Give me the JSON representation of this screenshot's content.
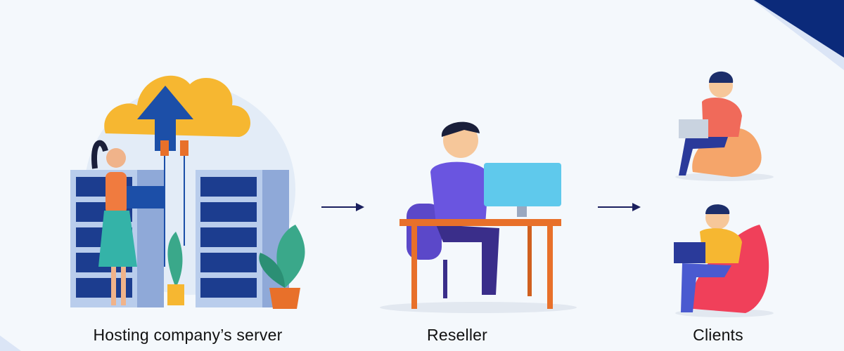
{
  "labels": {
    "server": "Hosting company’s server",
    "reseller": "Reseller",
    "clients": "Clients"
  },
  "colors": {
    "background": "#f4f8fc",
    "corner_accent": "#0b2a7a",
    "arrow": "#1a1f5e",
    "cloud": "#f6b731",
    "server_rack": "#b9cdec"
  },
  "icons": [
    "cloud-upload-icon",
    "arrow-right-icon"
  ]
}
